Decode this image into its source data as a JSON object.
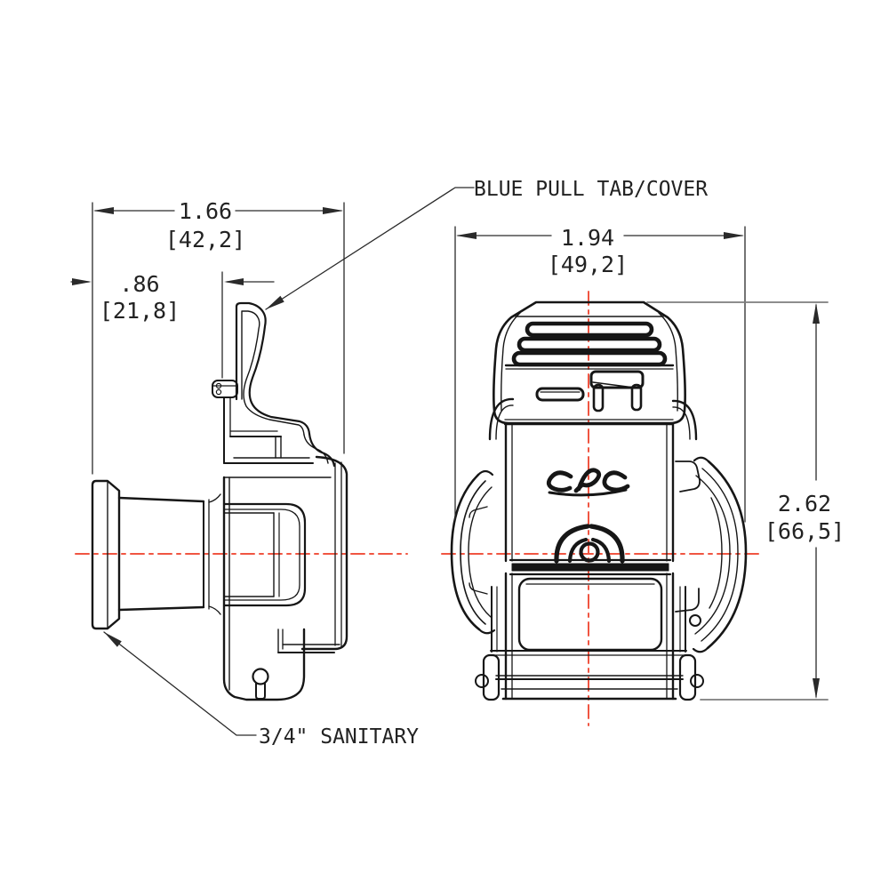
{
  "drawing": {
    "callout_top": "BLUE PULL TAB/COVER",
    "callout_bottom": "3/4\" SANITARY",
    "logo": "CPC"
  },
  "dimensions": {
    "tab_width": {
      "inches": "1.66",
      "metric": "[42,2]"
    },
    "tab_offset": {
      "inches": ".86",
      "metric": "[21,8]"
    },
    "body_width": {
      "inches": "1.94",
      "metric": "[49,2]"
    },
    "body_height": {
      "inches": "2.62",
      "metric": "[66,5]"
    }
  },
  "colors": {
    "background": "#ffffff",
    "line": "#161616",
    "dimension": "#2a2a2a",
    "centerline": "#f05542",
    "extension_gray": "#7d7d7d"
  }
}
